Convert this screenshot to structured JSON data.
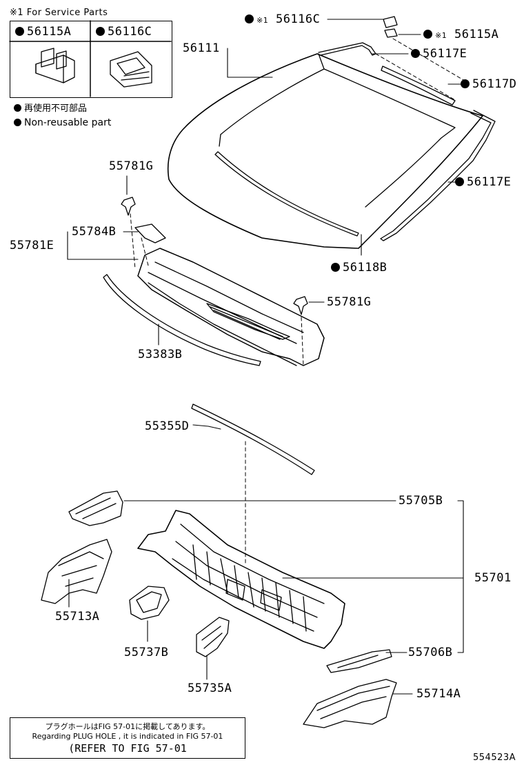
{
  "service_note": "※1 For Service Parts",
  "inset": {
    "left_part": "56115A",
    "right_part": "56116C"
  },
  "legend": {
    "japanese": "再使用不可部品",
    "english": "Non-reusable part"
  },
  "labels": {
    "p56116C": "56116C",
    "p56111": "56111",
    "p56115A": "56115A",
    "p56117E_top": "56117E",
    "p56117D": "56117D",
    "p56117E_right": "56117E",
    "p55781G_left": "55781G",
    "p55784B": "55784B",
    "p55781E": "55781E",
    "p56118B": "56118B",
    "p55781G_right": "55781G",
    "p53383B": "53383B",
    "p55355D": "55355D",
    "p55705B": "55705B",
    "p55701": "55701",
    "p55713A": "55713A",
    "p55737B": "55737B",
    "p55706B": "55706B",
    "p55735A": "55735A",
    "p55714A": "55714A"
  },
  "ref_mark": "※1",
  "reference": {
    "line_jp": "プラグホールはFIG 57-01に掲載してあります。",
    "line_en": "Regarding  PLUG  HOLE , it is indicated in  FIG  57-01",
    "line_ref": "(REFER TO FIG 57-01"
  },
  "figure_code": "554523A"
}
